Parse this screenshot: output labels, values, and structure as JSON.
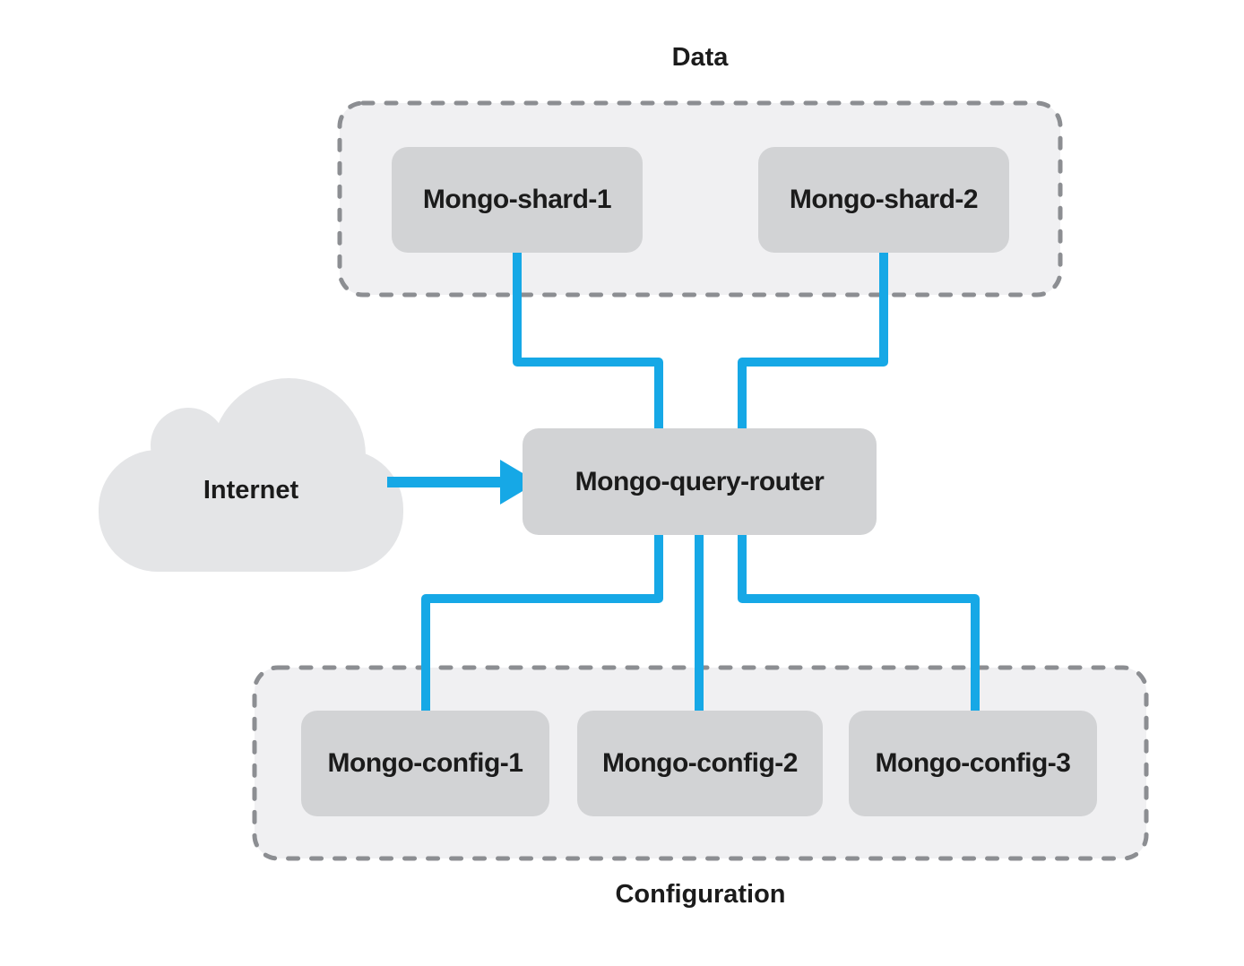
{
  "diagram": {
    "data_group_label": "Data",
    "config_group_label": "Configuration",
    "cloud_label": "Internet",
    "nodes": {
      "shard1": "Mongo-shard-1",
      "shard2": "Mongo-shard-2",
      "router": "Mongo-query-router",
      "config1": "Mongo-config-1",
      "config2": "Mongo-config-2",
      "config3": "Mongo-config-3"
    },
    "colors": {
      "connector": "#16a8e6",
      "node_fill": "#d2d3d5",
      "container_fill": "#f0f0f2",
      "container_border": "#8c8e92",
      "cloud_fill": "#e4e5e7",
      "text": "#1b1b1b",
      "background": "#ffffff"
    }
  }
}
